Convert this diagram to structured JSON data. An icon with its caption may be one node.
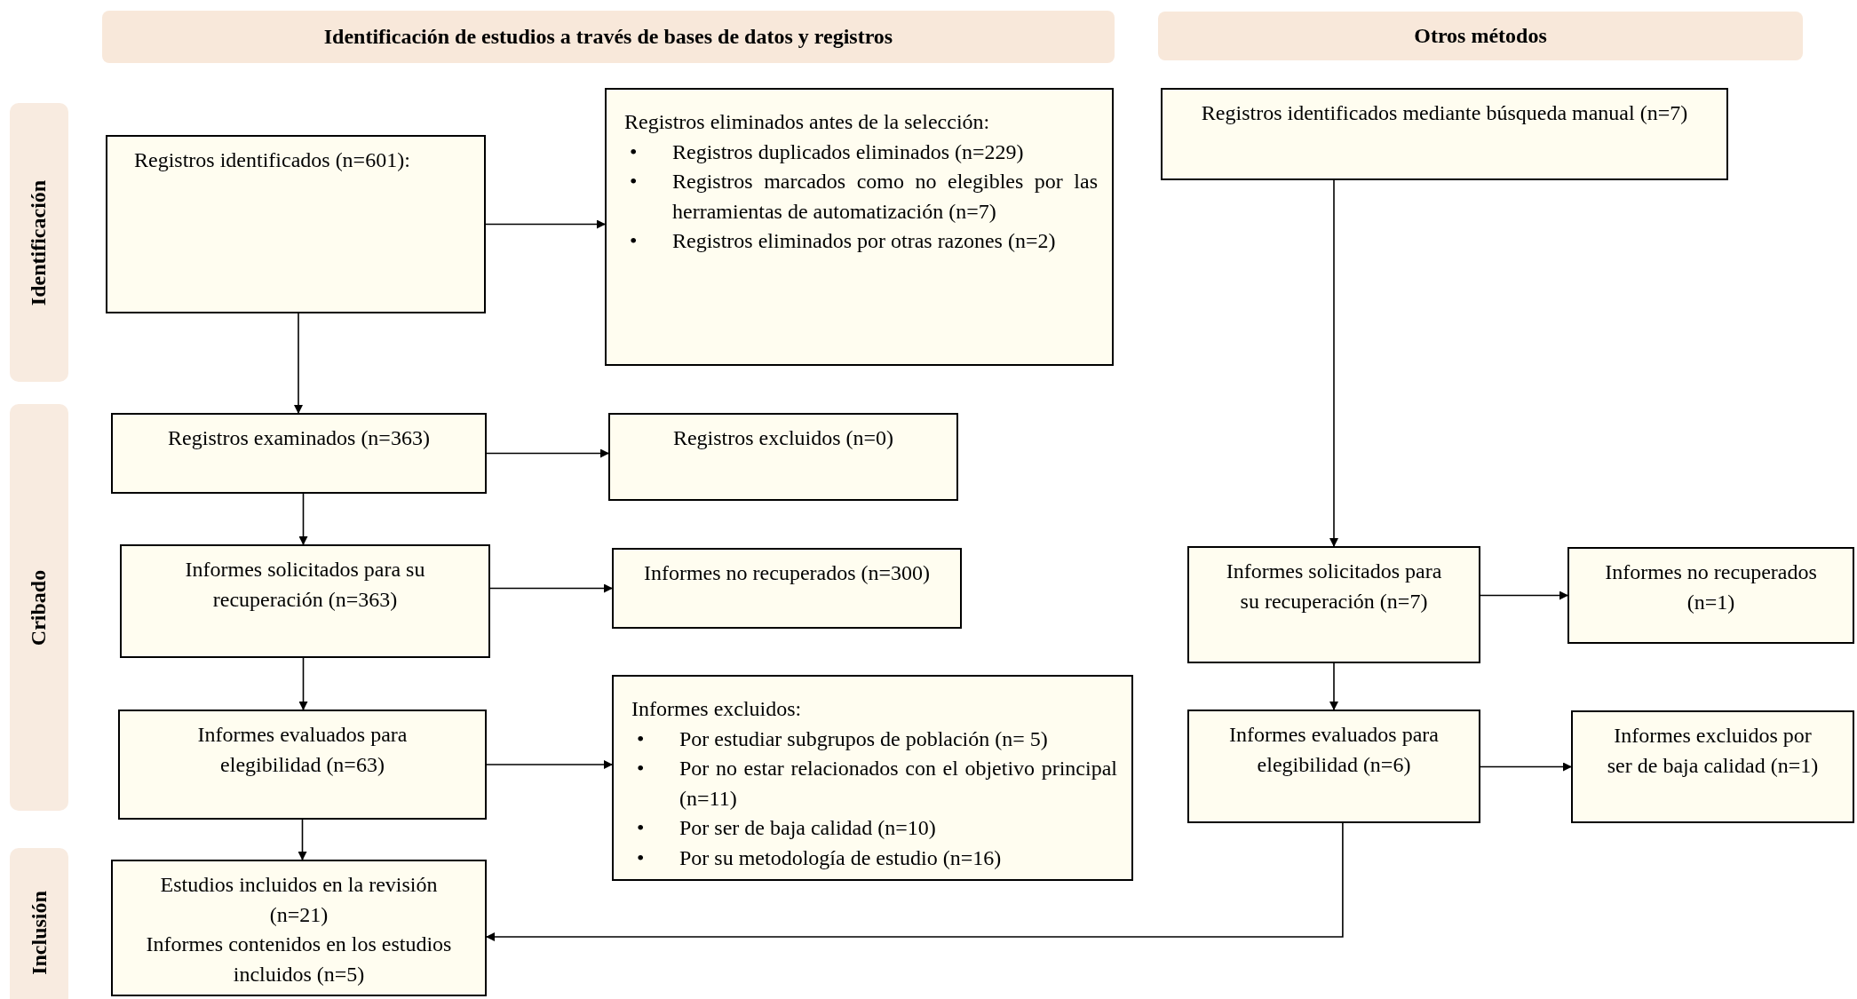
{
  "diagram": {
    "nodes": [
      {
        "text": [
          "Identificación de estudios a través de bases de datos y registros"
        ]
      },
      {
        "text": [
          "Otros métodos"
        ]
      },
      {
        "text": [
          "Identificación"
        ]
      },
      {
        "text": [
          "Cribado"
        ]
      },
      {
        "text": [
          "Inclusión"
        ]
      },
      {
        "text": [
          "Registros identificados (n=601):"
        ]
      },
      {
        "text": [
          "Registros eliminados antes de la selección:",
          "•",
          "Registros duplicados eliminados (n=229)",
          "•",
          "Registros marcados como no elegibles por las herramientas de automatización (n=7)",
          "•",
          "Registros eliminados por otras razones (n=2)"
        ]
      },
      {
        "text": [
          "Registros identificados mediante búsqueda manual (n=7)"
        ]
      },
      {
        "text": [
          "Registros examinados (n=363)"
        ]
      },
      {
        "text": [
          "Registros excluidos (n=0)"
        ]
      },
      {
        "text": [
          "Informes solicitados para su recuperación (n=363)"
        ]
      },
      {
        "text": [
          "Informes no recuperados (n=300)"
        ]
      },
      {
        "text": [
          "Informes solicitados para su recuperación (n=7)"
        ]
      },
      {
        "text": [
          "Informes no recuperados (n=1)"
        ]
      },
      {
        "text": [
          "Informes evaluados para elegibilidad (n=63)"
        ]
      },
      {
        "text": [
          "Informes excluidos:",
          "•",
          "Por estudiar subgrupos de población (n= 5)",
          "•",
          "Por no estar relacionados con el objetivo principal (n=11)",
          "•",
          "Por ser de baja calidad (n=10)",
          "•",
          "Por su metodología de estudio (n=16)"
        ]
      },
      {
        "text": [
          "Informes evaluados para elegibilidad (n=6)"
        ]
      },
      {
        "text": [
          "Informes excluidos por ser de baja calidad (n=1)"
        ]
      },
      {
        "text": [
          "Estudios incluidos en la revisión (n=21)",
          "Informes contenidos en los estudios incluidos (n=5)"
        ]
      }
    ],
    "edges": [
      {
        "from": 5,
        "to": 6,
        "arrow": "to"
      },
      {
        "from": 5,
        "to": 8,
        "arrow": "to"
      },
      {
        "from": 8,
        "to": 9,
        "arrow": "to"
      },
      {
        "from": 8,
        "to": 10,
        "arrow": "to"
      },
      {
        "from": 10,
        "to": 11,
        "arrow": "to"
      },
      {
        "from": 10,
        "to": 14,
        "arrow": "to"
      },
      {
        "from": 14,
        "to": 15,
        "arrow": "to"
      },
      {
        "from": 14,
        "to": 18,
        "arrow": "to"
      },
      {
        "from": 7,
        "to": 12,
        "arrow": "to"
      },
      {
        "from": 12,
        "to": 13,
        "arrow": "to"
      },
      {
        "from": 12,
        "to": 16,
        "arrow": "to"
      },
      {
        "from": 16,
        "to": 17,
        "arrow": "to"
      },
      {
        "from": 16,
        "to": 18,
        "arrow": "to"
      }
    ]
  }
}
